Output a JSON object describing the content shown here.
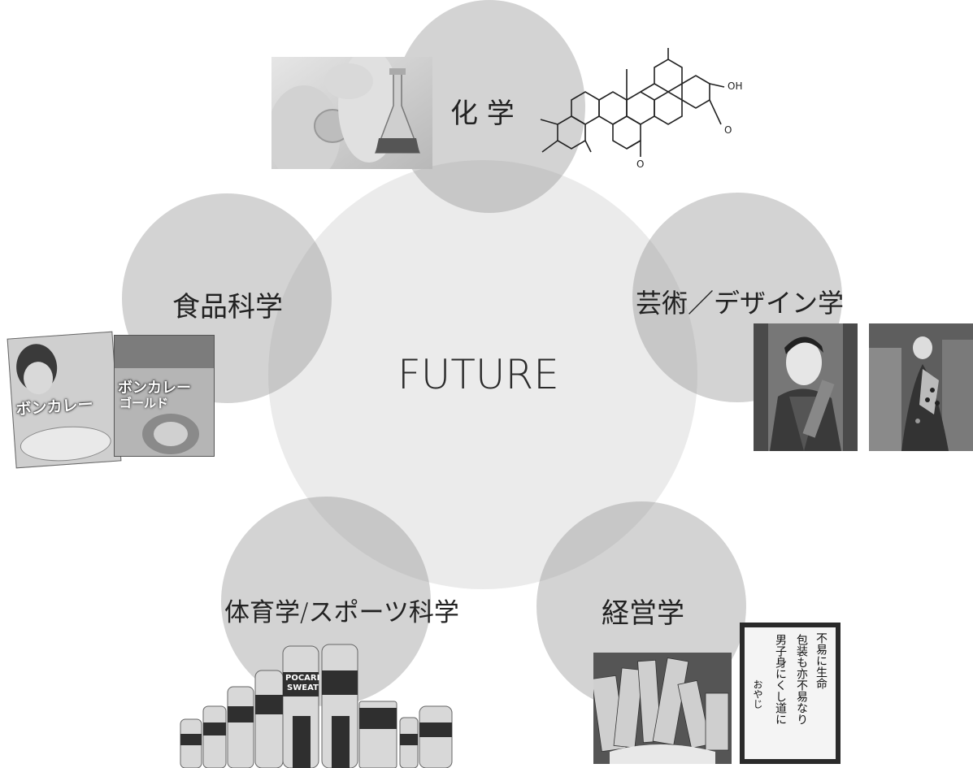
{
  "center": {
    "label": "FUTURE"
  },
  "nodes": [
    {
      "key": "chemistry",
      "label": "化 学"
    },
    {
      "key": "food",
      "label": "食品科学"
    },
    {
      "key": "art",
      "label": "芸術／デザイン学"
    },
    {
      "key": "sports",
      "label": "体育学/スポーツ科学"
    },
    {
      "key": "business",
      "label": "経営学"
    }
  ],
  "molecule": {
    "oh_label": "OH",
    "o_label_1": "O",
    "o_label_2": "O"
  },
  "food_box_1": {
    "brand": "ボンカレー"
  },
  "food_box_2": {
    "brand": "ボンカレー",
    "sub": "ゴールド"
  },
  "bottles": {
    "brand_line1": "POCARI",
    "brand_line2": "SWEAT"
  },
  "calligraphy": {
    "col1": "不易に生命",
    "col2": "包装も亦不易なり",
    "col3": "男子身にくし道に",
    "signature": "おやじ"
  },
  "colors": {
    "node_circle": "#969696",
    "center_circle": "#d2d2d2",
    "text": "#222222"
  }
}
